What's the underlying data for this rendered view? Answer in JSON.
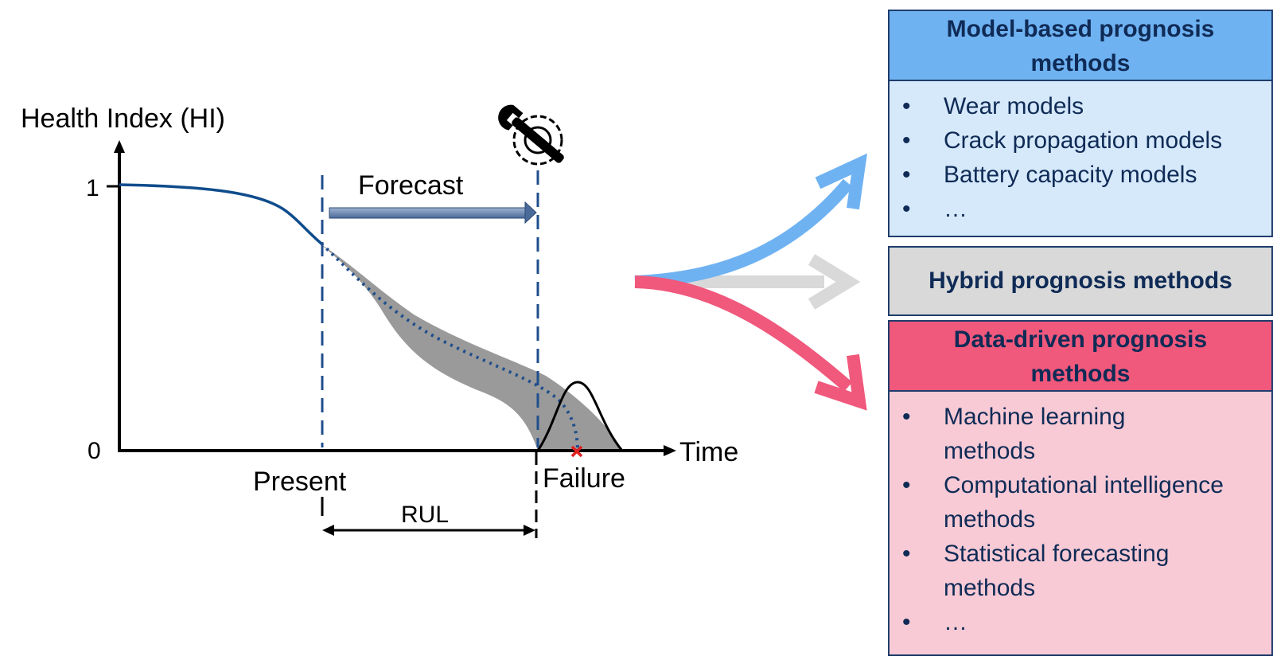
{
  "graph": {
    "y_axis_label": "Health Index (HI)",
    "y_tick_top": "1",
    "y_tick_bottom": "0",
    "x_axis_label": "Time",
    "forecast_label": "Forecast",
    "present_label": "Present",
    "failure_label": "Failure",
    "rul_label": "RUL",
    "maintenance_icon": "wrench-gear-icon",
    "failure_marker_icon": "cross-icon"
  },
  "arrows": {
    "model_color": "#6fb2f2",
    "hybrid_color": "#d9d9d9",
    "data_color": "#f0587c"
  },
  "model_based": {
    "title": "Model-based prognosis methods",
    "items": [
      "Wear models",
      "Crack propagation models",
      "Battery capacity models",
      "…"
    ],
    "header_color": "#6fb2f2",
    "body_color": "#d6e9fb"
  },
  "hybrid": {
    "title": "Hybrid prognosis methods",
    "color": "#d9d9d9"
  },
  "data_driven": {
    "title": "Data-driven prognosis methods",
    "items": [
      "Machine learning methods",
      "Computational intelligence methods",
      "Statistical forecasting methods",
      "…"
    ],
    "header_color": "#f0587c",
    "body_color": "#f8cad5"
  }
}
